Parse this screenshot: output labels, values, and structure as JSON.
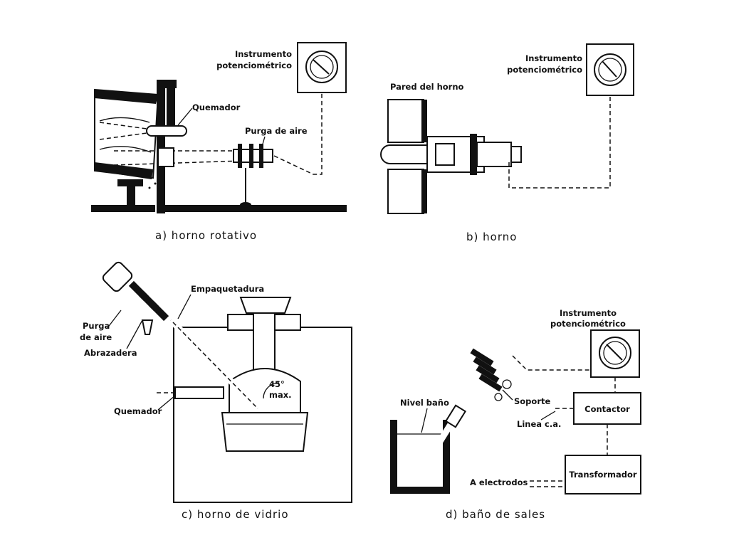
{
  "panel_a": {
    "caption": "a)  horno rotativo",
    "instrument_line1": "Instrumento",
    "instrument_line2": "potenciométrico",
    "burner": "Quemador",
    "air_purge": "Purga de aire"
  },
  "panel_b": {
    "caption": "b)  horno",
    "instrument_line1": "Instrumento",
    "instrument_line2": "potenciométrico",
    "furnace_wall": "Pared del horno"
  },
  "panel_c": {
    "caption": "c)  horno de vidrio",
    "packing": "Empaquetadura",
    "air_purge_line1": "Purga",
    "air_purge_line2": "de aire",
    "clamp": "Abrazadera",
    "burner": "Quemador",
    "angle_line1": "45°",
    "angle_line2": "max."
  },
  "panel_d": {
    "caption": "d)  baño de sales",
    "instrument_line1": "Instrumento",
    "instrument_line2": "potenciométrico",
    "bath_level": "Nivel baño",
    "support": "Soporte",
    "ac_line": "Linea c.a.",
    "contactor": "Contactor",
    "transformer": "Transformador",
    "electrodes": "A electrodos"
  }
}
